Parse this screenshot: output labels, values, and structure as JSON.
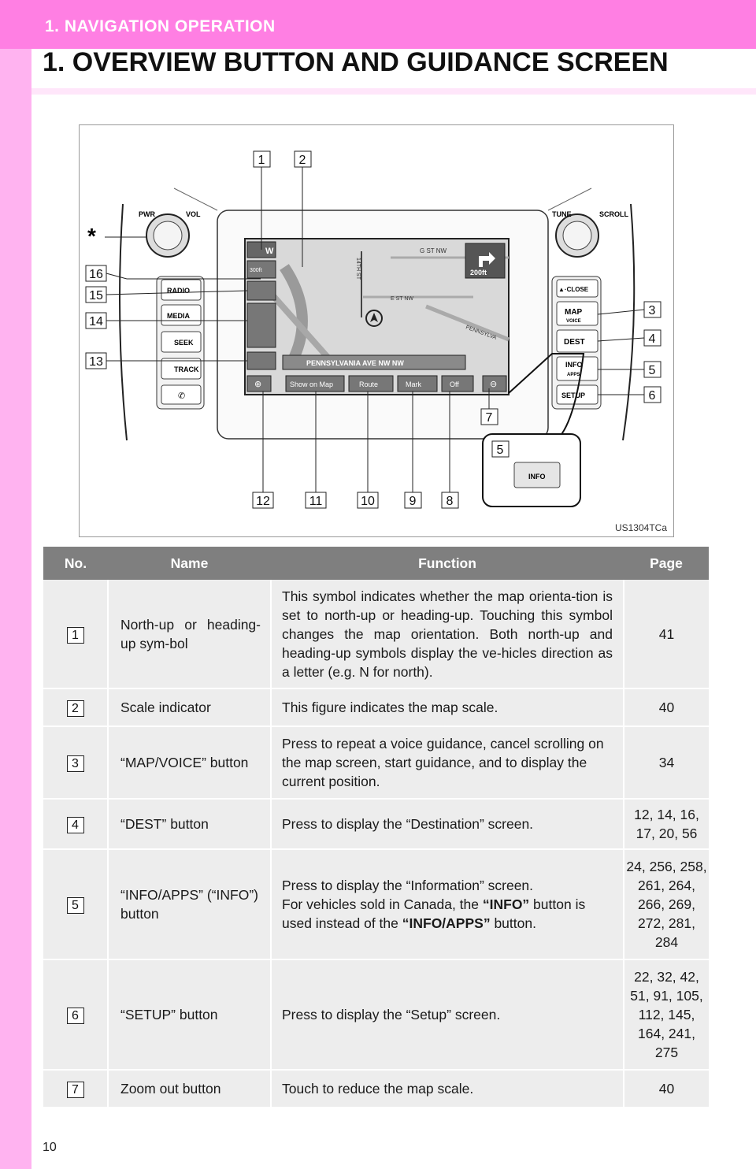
{
  "header": {
    "section": "1. NAVIGATION OPERATION",
    "title": "1. OVERVIEW BUTTON AND GUIDANCE SCREEN"
  },
  "figure": {
    "code": "US1304TCa",
    "asterisk": "*",
    "callouts": [
      "1",
      "2",
      "3",
      "4",
      "5",
      "6",
      "7",
      "5",
      "8",
      "9",
      "10",
      "11",
      "12",
      "13",
      "14",
      "15",
      "16"
    ],
    "left_buttons": [
      "PWR",
      "VOL",
      "RADIO",
      "MEDIA",
      "SEEK",
      "TRACK"
    ],
    "right_buttons": [
      "TUNE",
      "SCROLL",
      "▲·CLOSE",
      "MAP",
      "VOICE",
      "DEST",
      "INFO",
      "APPS",
      "SETUP",
      "INFO"
    ],
    "screen": {
      "street_top": "G ST NW",
      "street_mid": "E ST NW",
      "street_vertical": "14TH ST",
      "street_diag": "PENNSYLVA",
      "distance": "200ft",
      "heading": "W",
      "scale": "300ft",
      "current_road": "PENNSYLVANIA AVE NW NW",
      "bottom_buttons": [
        "Show on Map",
        "Route",
        "Mark",
        "Off"
      ]
    }
  },
  "table": {
    "headers": [
      "No.",
      "Name",
      "Function",
      "Page"
    ],
    "rows": [
      {
        "no": "1",
        "name": "North-up or heading-up sym-bol",
        "function": "This symbol indicates whether the map orienta-tion is set to north-up or heading-up. Touching this symbol changes the map orientation. Both north-up and heading-up symbols display the ve-hicles direction as a letter (e.g. N for north).",
        "page": "41"
      },
      {
        "no": "2",
        "name": "Scale indicator",
        "function": "This figure indicates the map scale.",
        "page": "40"
      },
      {
        "no": "3",
        "name": "“MAP/VOICE” button",
        "function": "Press to repeat a voice guidance, cancel scrolling on the map screen, start guidance, and to display the current position.",
        "page": "34"
      },
      {
        "no": "4",
        "name": "“DEST” button",
        "function": "Press to display the “Destination” screen.",
        "page": "12, 14, 16, 17, 20, 56"
      },
      {
        "no": "5",
        "name": "“INFO/APPS” (“INFO”) button",
        "function_line1": "Press to display the “Information” screen.",
        "function_a": "For vehicles sold in Canada, the ",
        "function_b": "“INFO”",
        "function_c": " button is used instead of the ",
        "function_d": "“INFO/APPS”",
        "function_e": " button.",
        "page": "24, 256, 258, 261, 264, 266, 269, 272, 281, 284"
      },
      {
        "no": "6",
        "name": "“SETUP” button",
        "function": "Press to display the “Setup” screen.",
        "page": "22, 32, 42, 51, 91, 105, 112, 145, 164, 241, 275"
      },
      {
        "no": "7",
        "name": "Zoom out button",
        "function": "Touch to reduce the map scale.",
        "page": "40"
      }
    ]
  },
  "page_number": "10"
}
